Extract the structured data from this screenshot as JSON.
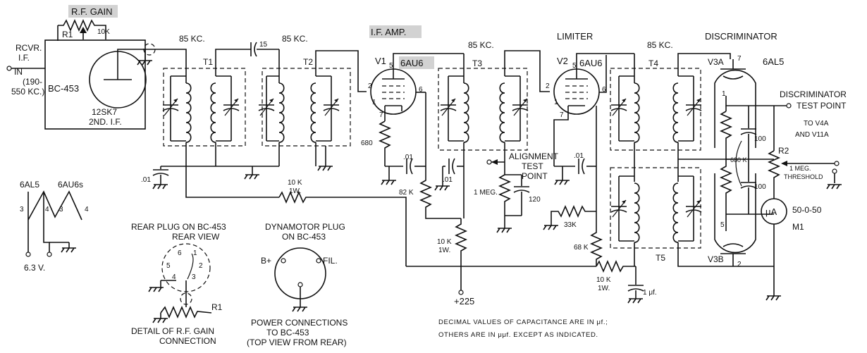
{
  "labels": {
    "rf_gain": "R.F. GAIN",
    "r1": "R1",
    "r1_value": "10K",
    "rcvr_1": "RCVR.",
    "rcvr_2": "I.F.",
    "rcvr_3": "IN",
    "rcvr_4": "(190-",
    "rcvr_5": "550 KC.)",
    "bc453": "BC-453",
    "tube_12sk7": "12SK7",
    "second_if": "2ND. I.F.",
    "kc_t1": "85 KC.",
    "kc_t2": "85 KC.",
    "kc_t3": "85 KC.",
    "kc_t4": "85 KC.",
    "t1": "T1",
    "t2": "T2",
    "t3": "T3",
    "t4": "T4",
    "t5": "T5",
    "cap_15": "15",
    "if_amp": "I.F. AMP.",
    "v1": "V1",
    "v1_type": "6AU6",
    "limiter": "LIMITER",
    "v2": "V2",
    "v2_type": "6AU6",
    "discriminator": "DISCRIMINATOR",
    "v3a": "V3A",
    "v3b": "V3B",
    "v3_type": "6AL5",
    "disc_test_1": "DISCRIMINATOR",
    "disc_test_2": "TEST POINT",
    "to_v4a_1": "TO V4A",
    "to_v4a_2": "AND V11A",
    "r2": "R2",
    "r2_v1": "1 MEG.",
    "r2_v2": "THRESHOLD",
    "meter": "μA",
    "meter_range": "50-0-50",
    "m1": "M1",
    "r_680": "680",
    "c_01_a": ".01",
    "c_01_b": ".01",
    "c_01_c": ".01",
    "c_01_d": ".01",
    "r_82k": "82 K",
    "r_1meg": "1 MEG.",
    "c_120": "120",
    "align_1": "ALIGNMENT",
    "align_2": "TEST",
    "align_3": "POINT",
    "r_33k": "33K",
    "r_68k": "68 K",
    "r_680k": "680 K",
    "c_100_a": "100",
    "c_100_b": "100",
    "r_10k_a1": "10 K",
    "r_10k_a2": "1W.",
    "r_10k_b1": "10 K",
    "r_10k_b2": "1W.",
    "r_10k_c1": "10 K",
    "r_10k_c2": "1W.",
    "b_plus_225": "+225",
    "c_1uf": "1 μf.",
    "heater_6al5": "6AL5",
    "heater_6au6": "6AU6s",
    "heater_v": "6.3 V.",
    "rear_plug_1": "REAR PLUG ON BC-453",
    "rear_plug_2": "REAR VIEW",
    "detail_1": "DETAIL OF R.F. GAIN",
    "detail_2": "CONNECTION",
    "dyna_1": "DYNAMOTOR PLUG",
    "dyna_2": "ON BC-453",
    "b_plus": "B+",
    "fil": "FIL.",
    "power_1": "POWER CONNECTIONS",
    "power_2": "TO BC-453",
    "power_3": "(TOP VIEW FROM REAR)",
    "note_1": "DECIMAL VALUES OF CAPACITANCE ARE IN μf.;",
    "note_2": "OTHERS ARE IN μμf. EXCEPT AS INDICATED."
  }
}
